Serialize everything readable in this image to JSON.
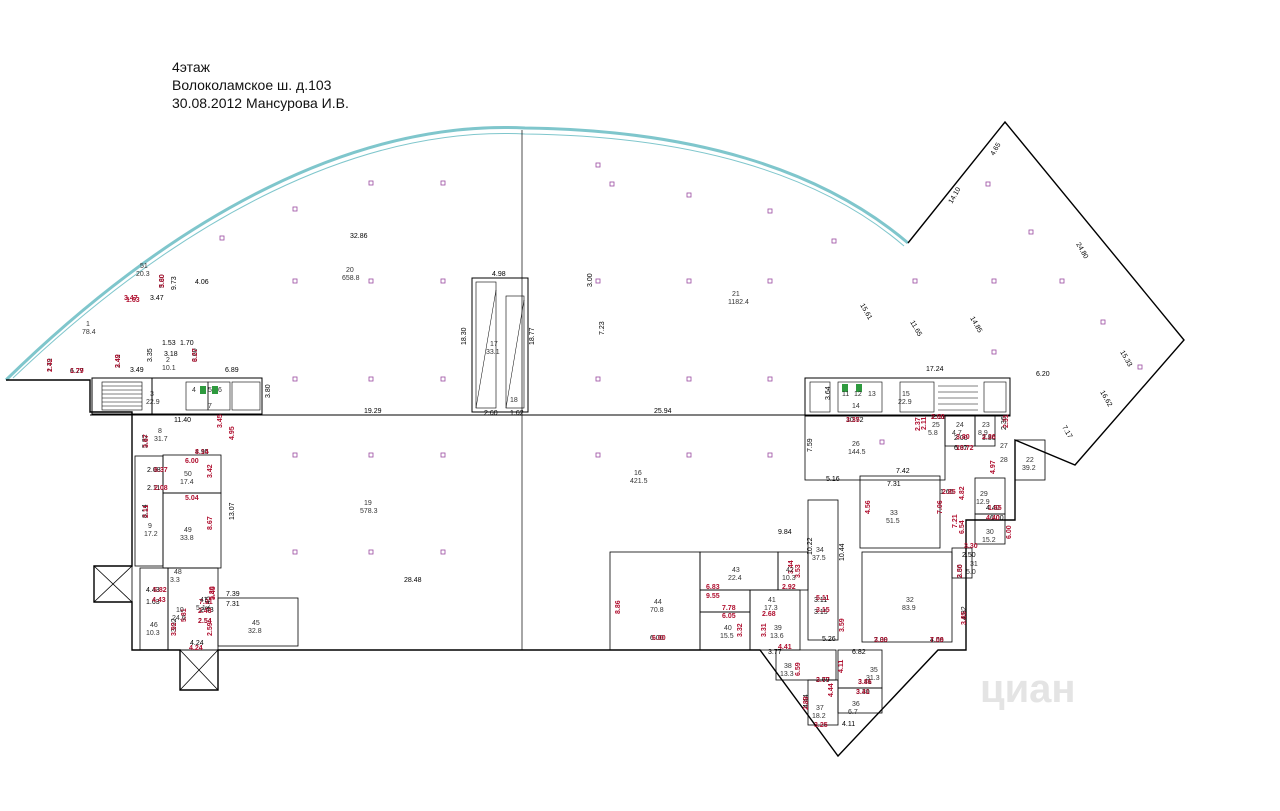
{
  "header": {
    "floor": "4этаж",
    "address": "Волоколамское ш. д.103",
    "date_author": "30.08.2012 Мансурова И.В."
  },
  "watermark": "циан",
  "colors": {
    "wall": "#000000",
    "glass": "#7fc6cc",
    "red_label": "#b01030",
    "column": "#9a4aa0",
    "green_fixture": "#2e9a3e"
  },
  "dimensions": [
    "32.86",
    "4.98",
    "3.00",
    "7.23",
    "11.40",
    "19.29",
    "2.60",
    "1.62",
    "25.94",
    "17.24",
    "6.20",
    "14.10",
    "4.65",
    "24.80",
    "15.61",
    "11.65",
    "14.85",
    "15.33",
    "16.62",
    "7.17",
    "5.82",
    "4.95",
    "2.08",
    "2.11",
    "8.14",
    "13.07",
    "28.48",
    "7.39",
    "7.31",
    "4.43",
    "1.63",
    "3.92",
    "6.00",
    "9.84",
    "10.22",
    "10.44",
    "3.11",
    "3.15",
    "5.26",
    "3.77",
    "2.69",
    "4.44",
    "4.11",
    "6.82",
    "3.41",
    "3.30",
    "7.09",
    "4.56",
    "4.82",
    "3.86",
    "2.50",
    "6.00",
    "4.40",
    "7.42",
    "7.31",
    "1.65",
    "5.16",
    "7.59",
    "10.72",
    "6.37",
    "3.80",
    "2.00",
    "2.11",
    "2.36",
    "6.89",
    "3.80",
    "3.60",
    "1.53",
    "1.70",
    "3.18",
    "3.35",
    "2.42",
    "1.79",
    "6.27",
    "3.49",
    "3.64",
    "18.30",
    "18.77",
    "9.73",
    "4.06",
    "5.80",
    "3.47",
    "3.45",
    "4.24",
    "2.54",
    "2.43"
  ],
  "red_labels": [
    "6.00",
    "5.04",
    "3.42",
    "8.67",
    "3.45",
    "7.31",
    "2.43",
    "2.54",
    "2.59",
    "3.92",
    "5.81",
    "4.24",
    "6.83",
    "9.55",
    "2.92",
    "7.78",
    "2.68",
    "3.32",
    "3.31",
    "6.05",
    "4.41",
    "3.53",
    "3.44",
    "8.86",
    "6.00",
    "5.11",
    "3.15",
    "3.59",
    "6.59",
    "3.77",
    "2.89",
    "4.44",
    "3.25",
    "4.11",
    "3.86",
    "3.41",
    "3.30",
    "7.09",
    "4.56",
    "7.06",
    "7.21",
    "6.54",
    "3.30",
    "2.50",
    "3.85",
    "4.82",
    "2.85",
    "1.65",
    "4.40",
    "6.00",
    "4.97",
    "2.31",
    "2.36",
    "3.80",
    "2.00",
    "2.11",
    "2.37",
    "3.35",
    "10.72",
    "6.37",
    "2.08",
    "2.11",
    "8.14",
    "4.95",
    "3.67",
    "5.82",
    "4.43",
    "1.63",
    "3.47",
    "3.49",
    "2.42",
    "1.79",
    "6.27",
    "3.60",
    "5.80",
    "3.45",
    "2.35"
  ],
  "rooms": [
    {
      "id": "51",
      "area": "20.3"
    },
    {
      "id": "1",
      "area": "78.4"
    },
    {
      "id": "20",
      "area": "658.8"
    },
    {
      "id": "17",
      "area": "33.1"
    },
    {
      "id": "18",
      "area": ""
    },
    {
      "id": "21",
      "area": "1182.4"
    },
    {
      "id": "2",
      "area": "10.1"
    },
    {
      "id": "3",
      "area": "22.9"
    },
    {
      "id": "4",
      "area": ""
    },
    {
      "id": "5",
      "area": ""
    },
    {
      "id": "6",
      "area": ""
    },
    {
      "id": "7",
      "area": ""
    },
    {
      "id": "8",
      "area": "31.7"
    },
    {
      "id": "11",
      "area": ""
    },
    {
      "id": "12",
      "area": ""
    },
    {
      "id": "13",
      "area": ""
    },
    {
      "id": "14",
      "area": ""
    },
    {
      "id": "15",
      "area": "22.9"
    },
    {
      "id": "19",
      "area": "578.3"
    },
    {
      "id": "16",
      "area": "421.5"
    },
    {
      "id": "22",
      "area": "39.2"
    },
    {
      "id": "23",
      "area": "8.9"
    },
    {
      "id": "24",
      "area": "4.7"
    },
    {
      "id": "25",
      "area": "5.8"
    },
    {
      "id": "26",
      "area": "144.5"
    },
    {
      "id": "27",
      "area": ""
    },
    {
      "id": "28",
      "area": ""
    },
    {
      "id": "29",
      "area": "12.9"
    },
    {
      "id": "30",
      "area": "15.2"
    },
    {
      "id": "31",
      "area": "5.0"
    },
    {
      "id": "32",
      "area": "83.9"
    },
    {
      "id": "33",
      "area": "51.5"
    },
    {
      "id": "34",
      "area": "37.5"
    },
    {
      "id": "35",
      "area": "31.3"
    },
    {
      "id": "36",
      "area": "6.7"
    },
    {
      "id": "37",
      "area": "18.2"
    },
    {
      "id": "38",
      "area": "13.3"
    },
    {
      "id": "39",
      "area": "13.6"
    },
    {
      "id": "40",
      "area": "15.5"
    },
    {
      "id": "41",
      "area": "17.3"
    },
    {
      "id": "42",
      "area": "10.3"
    },
    {
      "id": "43",
      "area": "22.4"
    },
    {
      "id": "44",
      "area": "70.8"
    },
    {
      "id": "45",
      "area": "32.8"
    },
    {
      "id": "46",
      "area": "10.3"
    },
    {
      "id": "47",
      "area": "5.1"
    },
    {
      "id": "48",
      "area": "3.3"
    },
    {
      "id": "49",
      "area": "33.8"
    },
    {
      "id": "50",
      "area": "17.4"
    },
    {
      "id": "9",
      "area": "17.2"
    },
    {
      "id": "10",
      "area": "24.6"
    }
  ]
}
